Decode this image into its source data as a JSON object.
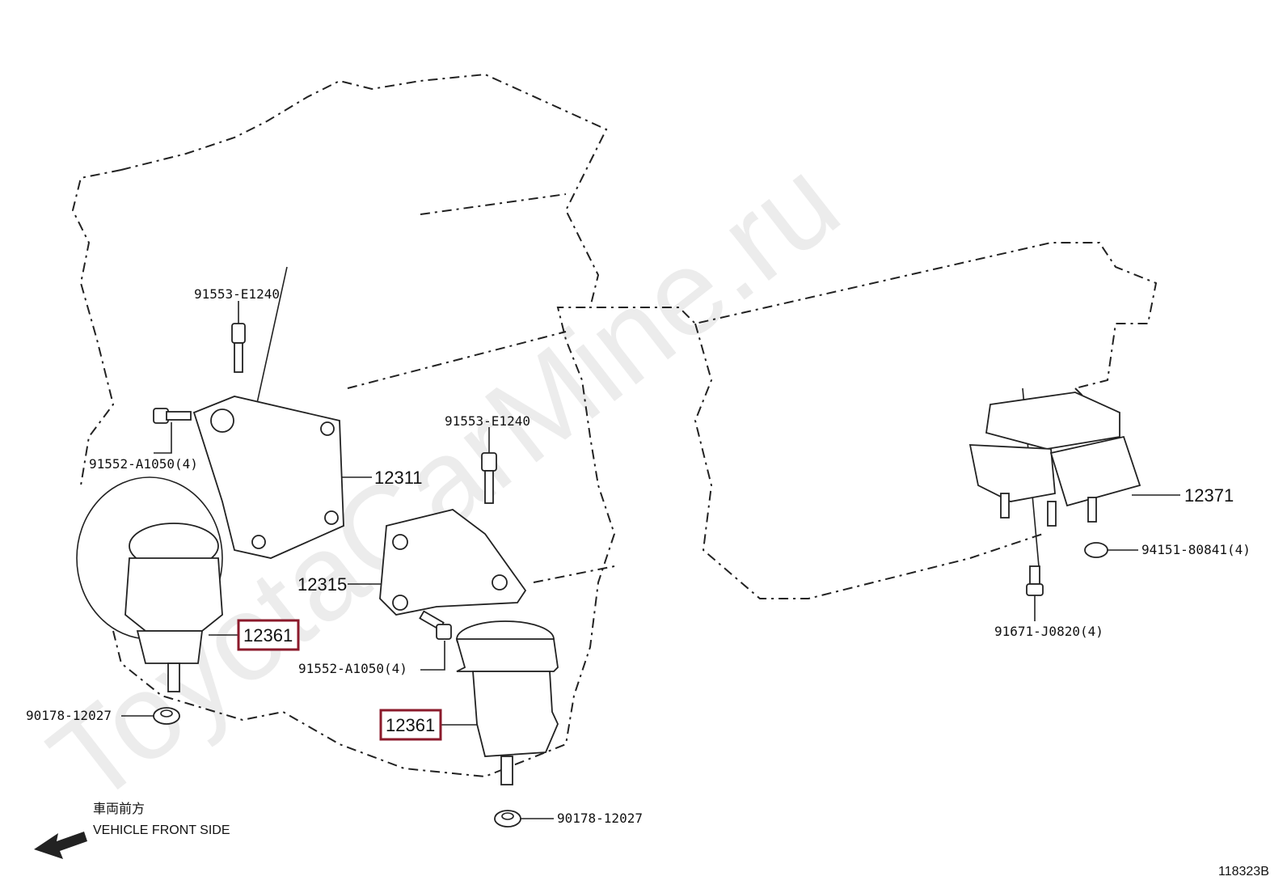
{
  "watermark": "ToyotaCarMine.ru",
  "diagram_id": "118323B",
  "direction": {
    "japanese": "車両前方",
    "english": "VEHICLE FRONT SIDE"
  },
  "parts": {
    "bolt_top_left": "91553-E1240",
    "bolt_side_left": "91552-A1050(4)",
    "bracket_left": "12311",
    "bolt_top_center": "91553-E1240",
    "bracket_center": "12315",
    "bolt_center": "91552-A1050(4)",
    "insulator_left": "12361",
    "insulator_center": "12361",
    "nut_left": "90178-12027",
    "nut_center": "90178-12027",
    "rear_mount": "12371",
    "nut_rear": "94151-80841(4)",
    "bolt_rear": "91671-J0820(4)"
  },
  "colors": {
    "highlight_box": "#8b1a2b",
    "line": "#222222",
    "watermark": "#ececec"
  }
}
